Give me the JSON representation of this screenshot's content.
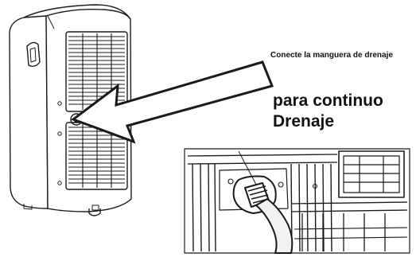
{
  "figure": {
    "caption_small": "Conecte la manguera de drenaje",
    "caption_large": "para continuo Drenaje"
  },
  "icons": [
    "portable-air-conditioner",
    "arrow",
    "drain-hose-connection"
  ],
  "colors": {
    "line": "#1a1a1a",
    "background": "#ffffff",
    "hose": "#f2f2f2"
  }
}
